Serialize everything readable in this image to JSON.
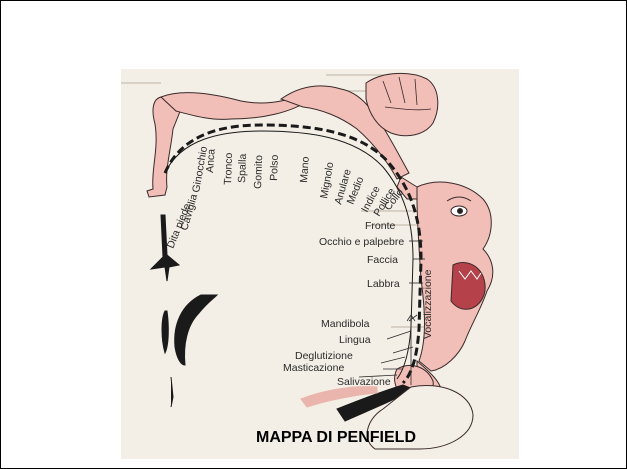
{
  "diagram": {
    "labels": [
      {
        "id": "dita-piede",
        "text": "Dita piede"
      },
      {
        "id": "caviglia",
        "text": "Caviglia"
      },
      {
        "id": "ginocchio",
        "text": "Ginocchio"
      },
      {
        "id": "anca",
        "text": "Anca"
      },
      {
        "id": "tronco",
        "text": "Tronco"
      },
      {
        "id": "spalla",
        "text": "Spalla"
      },
      {
        "id": "gomito",
        "text": "Gomito"
      },
      {
        "id": "polso",
        "text": "Polso"
      },
      {
        "id": "mano",
        "text": "Mano"
      },
      {
        "id": "mignolo",
        "text": "Mignolo"
      },
      {
        "id": "anulare",
        "text": "Anulare"
      },
      {
        "id": "medio",
        "text": "Medio"
      },
      {
        "id": "indice",
        "text": "Indice"
      },
      {
        "id": "pollice",
        "text": "Pollice"
      },
      {
        "id": "collo",
        "text": "Collo"
      },
      {
        "id": "fronte",
        "text": "Fronte"
      },
      {
        "id": "occhio",
        "text": "Occhio e palpebre"
      },
      {
        "id": "faccia",
        "text": "Faccia"
      },
      {
        "id": "labbra",
        "text": "Labbra"
      },
      {
        "id": "mandibola",
        "text": "Mandibola"
      },
      {
        "id": "lingua",
        "text": "Lingua"
      },
      {
        "id": "deglutizione",
        "text": "Deglutizione"
      },
      {
        "id": "masticazione",
        "text": "Masticazione"
      },
      {
        "id": "salivazione",
        "text": "Salivazione"
      },
      {
        "id": "vocalizzazione",
        "text": "Vocalizzazione"
      }
    ],
    "colors": {
      "body": "#f1bfb7",
      "outline": "#3a2a2a",
      "background": "#f3efe6",
      "cortex": "#1a1a1a"
    }
  },
  "caption": "MAPPA DI PENFIELD"
}
